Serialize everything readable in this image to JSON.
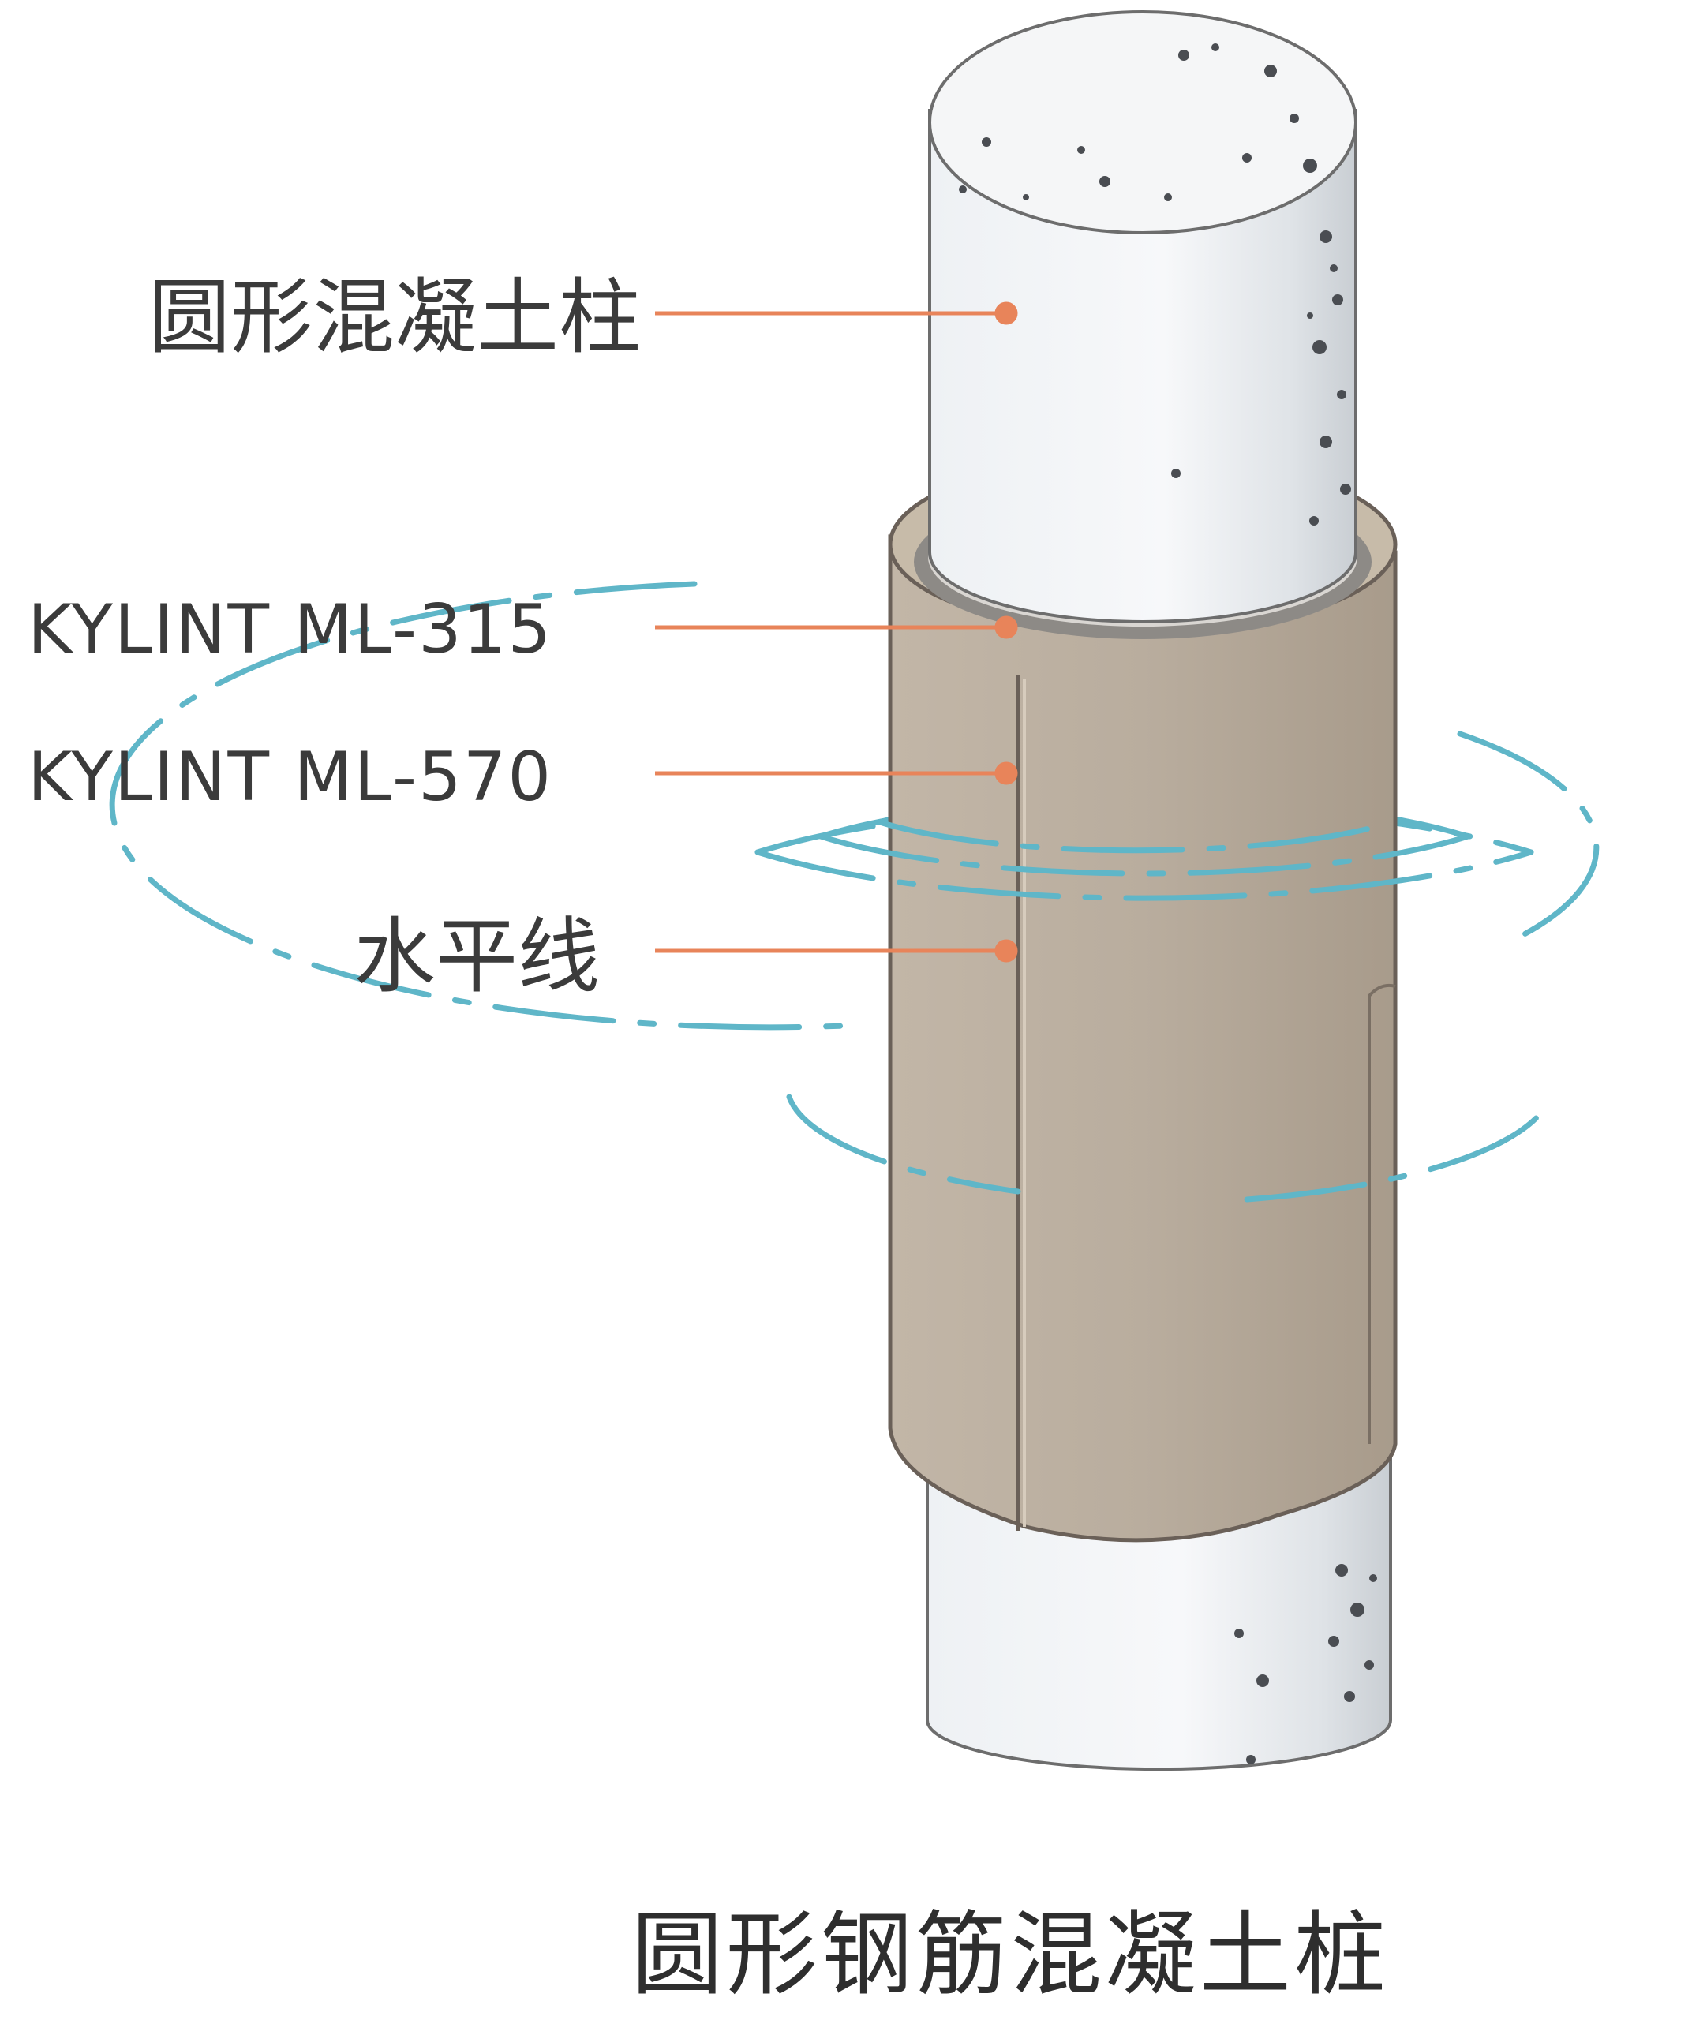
{
  "labels": {
    "pile": "圆形混凝土柱",
    "primer": "KYLINT ML-315",
    "wrap": "KYLINT ML-570",
    "waterline": "水平线"
  },
  "caption": "圆形钢筋混凝土桩",
  "colors": {
    "leader": "#e8845a",
    "wave": "#5fb6c8",
    "wrap": "#b5a898",
    "concrete": "#f1f3f5",
    "text": "#3b3b3b"
  }
}
